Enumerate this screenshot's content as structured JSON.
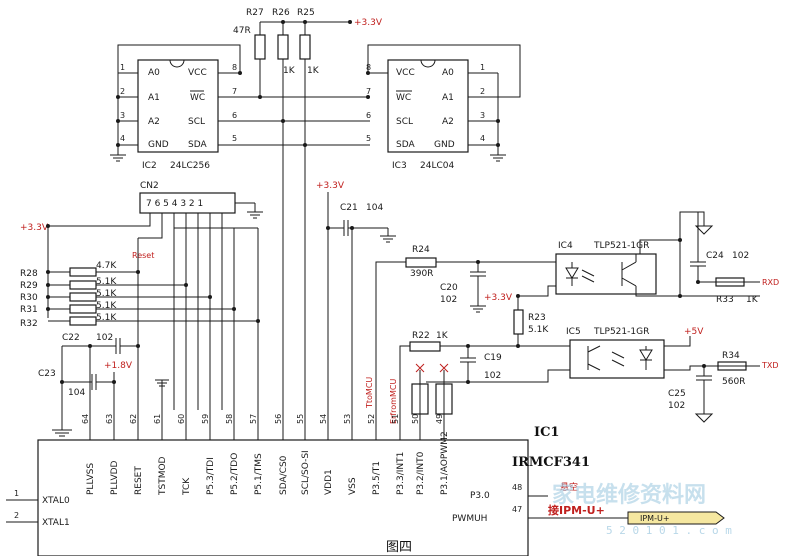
{
  "caption": "图四",
  "watermark": {
    "text": "家电维修资料网",
    "sub": "5 2 0 1 0 1 . c o m"
  },
  "supply": {
    "v33": "+3.3V",
    "v5": "+5V",
    "v18": "+1.8V"
  },
  "ic2": {
    "ref": "IC2",
    "part": "24LC256",
    "left_pins": [
      "A0",
      "A1",
      "A2",
      "GND"
    ],
    "right_pins": [
      "VCC",
      "WC",
      "SCL",
      "SDA"
    ],
    "left_nums": [
      "1",
      "2",
      "3",
      "4"
    ],
    "right_nums": [
      "8",
      "7",
      "6",
      "5"
    ]
  },
  "ic3": {
    "ref": "IC3",
    "part": "24LC04",
    "left_pins": [
      "VCC",
      "WC",
      "SCL",
      "SDA"
    ],
    "right_pins": [
      "A0",
      "A1",
      "A2",
      "GND"
    ],
    "left_nums": [
      "8",
      "7",
      "6",
      "5"
    ],
    "right_nums": [
      "1",
      "2",
      "3",
      "4"
    ]
  },
  "pullups": {
    "refs": [
      "R27",
      "R26",
      "R25"
    ],
    "values": [
      "47R",
      "1K",
      "1K"
    ]
  },
  "cn2": {
    "ref": "CN2",
    "pins": "7 6 5 4 3 2 1"
  },
  "rnet": {
    "refs": [
      "R28",
      "R29",
      "R30",
      "R31",
      "R32"
    ],
    "values": [
      "4.7K",
      "5.1K",
      "5.1K",
      "5.1K",
      "5.1K"
    ],
    "reset": "Reset"
  },
  "caps": {
    "c21": "C21",
    "c21v": "104",
    "c22": "C22",
    "c22v": "102",
    "c23": "C23",
    "c23v": "104",
    "c20": "C20",
    "c20v": "102",
    "c19": "C19",
    "c19v": "102",
    "c24": "C24",
    "c24v": "102",
    "c25": "C25",
    "c25v": "102"
  },
  "res": {
    "r24": "R24",
    "r24v": "390R",
    "r23": "R23",
    "r23v": "5.1K",
    "r22": "R22",
    "r22v": "1K",
    "r33": "R33",
    "r33v": "1K",
    "r34": "R34",
    "r34v": "560R"
  },
  "opto": {
    "ic4": "IC4",
    "ic4p": "TLP521-1GR",
    "ic5": "IC5",
    "ic5p": "TLP521-1GR",
    "rxd": "RXD",
    "txd": "TXD"
  },
  "mcu": {
    "ref": "IC1",
    "part": "IRMCF341",
    "xtal": [
      "XTAL0",
      "XTAL1"
    ],
    "xtal_nums": [
      "1",
      "2"
    ],
    "top_pins": [
      "PLLVSS",
      "PLLVDD",
      "RESET",
      "TSTMOD",
      "TCK",
      "P5.3/TDI",
      "P5.2/TDO",
      "P5.1/TMS",
      "SDA/CS0",
      "SCL/SO-SI",
      "VDD1",
      "VSS",
      "P3.5/T1",
      "P3.3/INT1",
      "P3.2/INT0",
      "P3.1/AOPWM2"
    ],
    "top_nums": [
      "64",
      "63",
      "62",
      "61",
      "60",
      "59",
      "58",
      "57",
      "56",
      "55",
      "54",
      "53",
      "52",
      "51",
      "50",
      "49"
    ],
    "right_pins": [
      "P3.0",
      "PWMUH"
    ],
    "right_nums": [
      "48",
      "47"
    ],
    "net_tomcu": "TtoMCU",
    "net_frommcu": "ErfromMCU",
    "ipm_note": "接IPM-U+",
    "ipm_tag": "IPM-U+",
    "note_top": "悬空"
  }
}
